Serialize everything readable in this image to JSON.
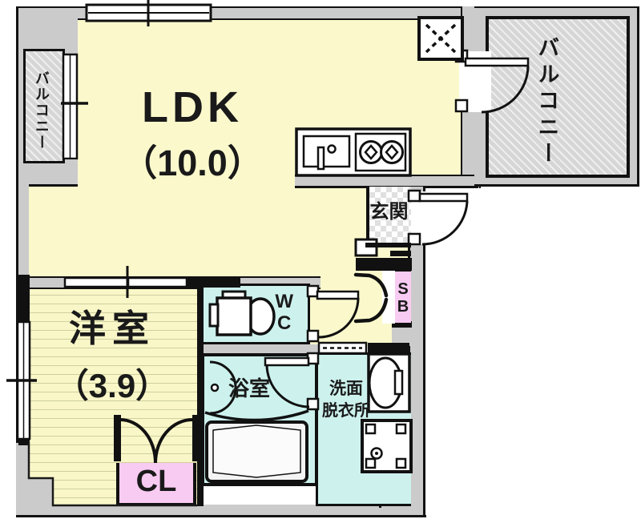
{
  "rooms": {
    "ldk": {
      "label": "LDK",
      "size": "（10.0）"
    },
    "western_room": {
      "label": "洋室",
      "size": "（3.9）"
    },
    "balcony_main": {
      "label": "バルコニー"
    },
    "balcony_side": {
      "label": "バルコニー"
    },
    "entrance": {
      "label": "玄関"
    },
    "toilet": {
      "label": "WC"
    },
    "bathroom": {
      "label": "浴室"
    },
    "washroom": {
      "line1": "洗面",
      "line2": "脱衣所"
    },
    "shoebox": {
      "label": "SB"
    },
    "closet": {
      "label": "CL"
    }
  },
  "colors": {
    "room_yellow": "#fbf9cc",
    "flooring_stripe": "#cfcf9e",
    "wet_room_cyan": "#cdf2ee",
    "storage_pink": "#f8cbf2",
    "wall_gray": "#cbcbcb",
    "line_black": "#111111",
    "balcony_hatch_gray": "#d6d6d6"
  },
  "fixtures": [
    "range-hood-fan-icon",
    "kitchen-sink-icon",
    "gas-stove-icon",
    "toilet-icon",
    "shower-icon",
    "bathtub-icon",
    "wash-basin-icon",
    "washing-machine-pan-icon"
  ]
}
